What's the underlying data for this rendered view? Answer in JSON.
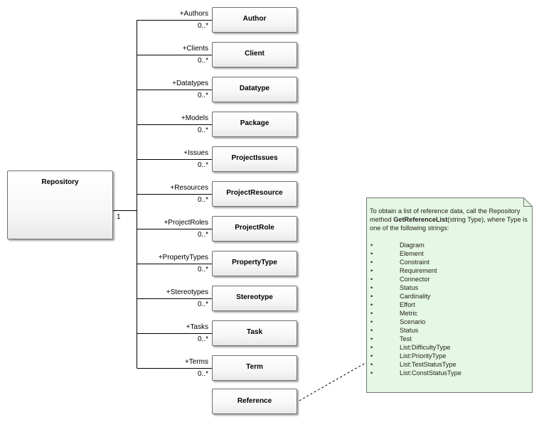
{
  "repository": {
    "name": "Repository",
    "multiplicity": "1"
  },
  "associations": [
    {
      "role": "+Authors",
      "multiplicity": "0..*",
      "target": "Author"
    },
    {
      "role": "+Clients",
      "multiplicity": "0..*",
      "target": "Client"
    },
    {
      "role": "+Datatypes",
      "multiplicity": "0..*",
      "target": "Datatype"
    },
    {
      "role": "+Models",
      "multiplicity": "0..*",
      "target": "Package"
    },
    {
      "role": "+Issues",
      "multiplicity": "0..*",
      "target": "ProjectIssues"
    },
    {
      "role": "+Resources",
      "multiplicity": "0..*",
      "target": "ProjectResource"
    },
    {
      "role": "+ProjectRoles",
      "multiplicity": "0..*",
      "target": "ProjectRole"
    },
    {
      "role": "+PropertyTypes",
      "multiplicity": "0..*",
      "target": "PropertyType"
    },
    {
      "role": "+Stereotypes",
      "multiplicity": "0..*",
      "target": "Stereotype"
    },
    {
      "role": "+Tasks",
      "multiplicity": "0..*",
      "target": "Task"
    },
    {
      "role": "+Terms",
      "multiplicity": "0..*",
      "target": "Term"
    }
  ],
  "reference": {
    "name": "Reference"
  },
  "note": {
    "intro_before": "To obtain a list of reference data, call the Repository method ",
    "method": "GetReferenceList",
    "intro_after": "(string Type), where Type is one of the following strings:",
    "items": [
      "Diagram",
      "Element",
      "Constraint",
      "Requirement",
      "Connector",
      "Status",
      "Cardinality",
      "Effort",
      "Metric",
      "Scenario",
      "Status",
      "Test",
      "List:DifficultyType",
      "List:PriorityType",
      "List:TestStatusType",
      "List:ConstStatusType"
    ]
  }
}
